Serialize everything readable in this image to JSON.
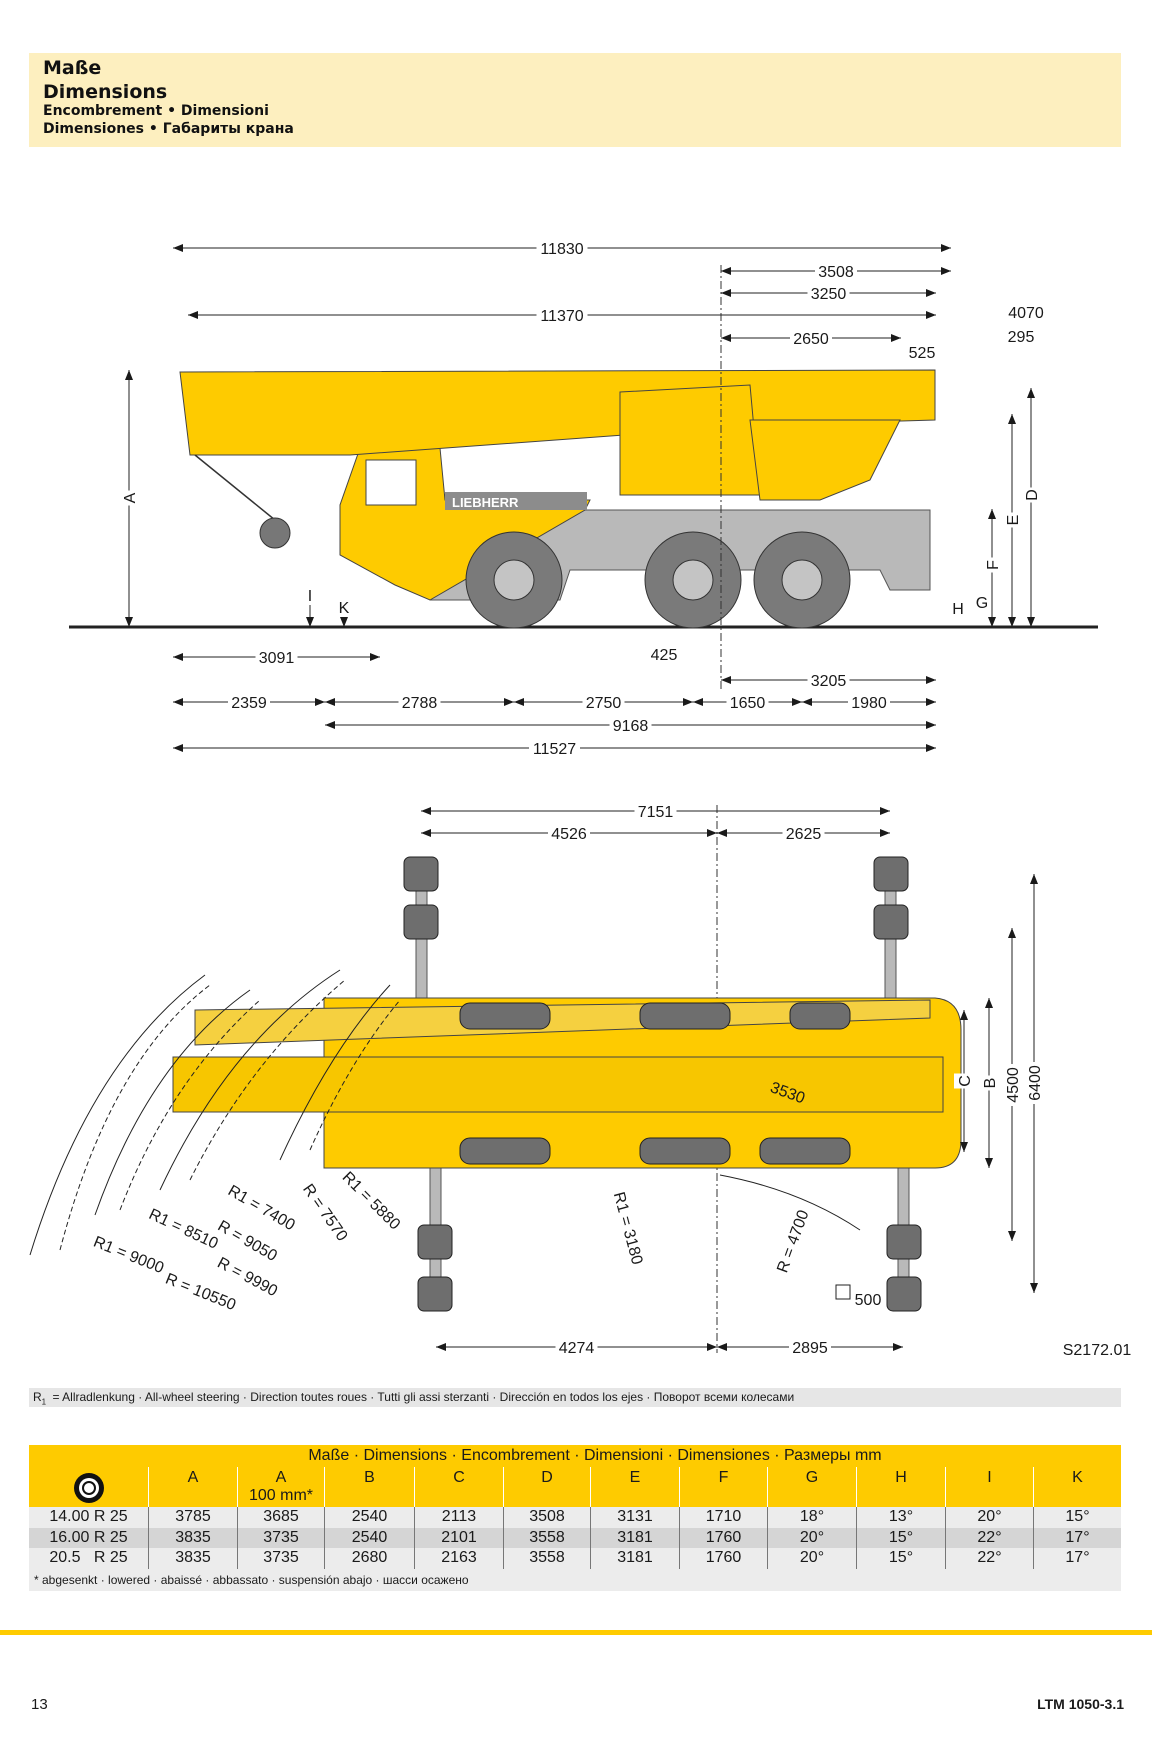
{
  "header": {
    "line1": "Maße",
    "line2": "Dimensions",
    "line3": "Encombrement • Dimensioni",
    "line4": "Dimensiones • Габариты крана"
  },
  "side_view": {
    "dims": {
      "d11830": "11830",
      "d3508": "3508",
      "d3250": "3250",
      "d11370": "11370",
      "d2650": "2650",
      "d525": "525",
      "d4070": "4070",
      "d295": "295",
      "d3091": "3091",
      "d425": "425",
      "d3205": "3205",
      "d2359": "2359",
      "d2788": "2788",
      "d2750": "2750",
      "d1650": "1650",
      "d1980": "1980",
      "d9168": "9168",
      "d11527": "11527"
    },
    "letters": {
      "A": "A",
      "D": "D",
      "E": "E",
      "F": "F",
      "G": "G",
      "H": "H",
      "I": "I",
      "K": "K"
    },
    "brand": "LIEBHERR"
  },
  "top_view": {
    "dims": {
      "d7151": "7151",
      "d4526": "4526",
      "d2625": "2625",
      "d4274": "4274",
      "d2895": "2895",
      "d4500": "4500",
      "d6400": "6400",
      "d3530": "3530",
      "pad": "500",
      "C": "C",
      "B": "B"
    },
    "radii": {
      "r1_7400": "R1 = 7400",
      "r_9050": "R = 9050",
      "r1_8510": "R1 = 8510",
      "r_9990": "R = 9990",
      "r1_9000": "R1 = 9000",
      "r_10550": "R = 10550",
      "r_7570": "R = 7570",
      "r1_5880": "R1 = 5880",
      "r1_3180": "R1 = 3180",
      "r_4700": "R = 4700"
    },
    "drawing_no": "S2172.01"
  },
  "legend": {
    "symbol": "R",
    "sub": "1",
    "text": "= Allradlenkung · All-wheel steering · Direction toutes roues · Tutti gli assi sterzanti · Dirección en todos los ejes · Поворот всеми колесами"
  },
  "table": {
    "title": "Maße · Dimensions · Encombrement · Dimensioni · Dimensiones · Размеры mm",
    "headers": [
      "A",
      "A",
      "B",
      "C",
      "D",
      "E",
      "F",
      "G",
      "H",
      "I",
      "K"
    ],
    "subheader": "100 mm*",
    "rows": [
      [
        "14.00 R 25",
        "3785",
        "3685",
        "2540",
        "2113",
        "3508",
        "3131",
        "1710",
        "18°",
        "13°",
        "20°",
        "15°"
      ],
      [
        "16.00 R 25",
        "3835",
        "3735",
        "2540",
        "2101",
        "3558",
        "3181",
        "1760",
        "20°",
        "15°",
        "22°",
        "17°"
      ],
      [
        "20.5   R 25",
        "3835",
        "3735",
        "2680",
        "2163",
        "3558",
        "3181",
        "1760",
        "20°",
        "15°",
        "22°",
        "17°"
      ]
    ],
    "footnote": "* abgesenkt · lowered · abaissé · abbassato · suspensión abajo · шасси осажено"
  },
  "footer": {
    "page": "13",
    "model": "LTM 1050-3.1"
  },
  "colors": {
    "yellow": "#fecb00",
    "header_bg": "#fdefbf",
    "gray": "#8c8c8c"
  }
}
